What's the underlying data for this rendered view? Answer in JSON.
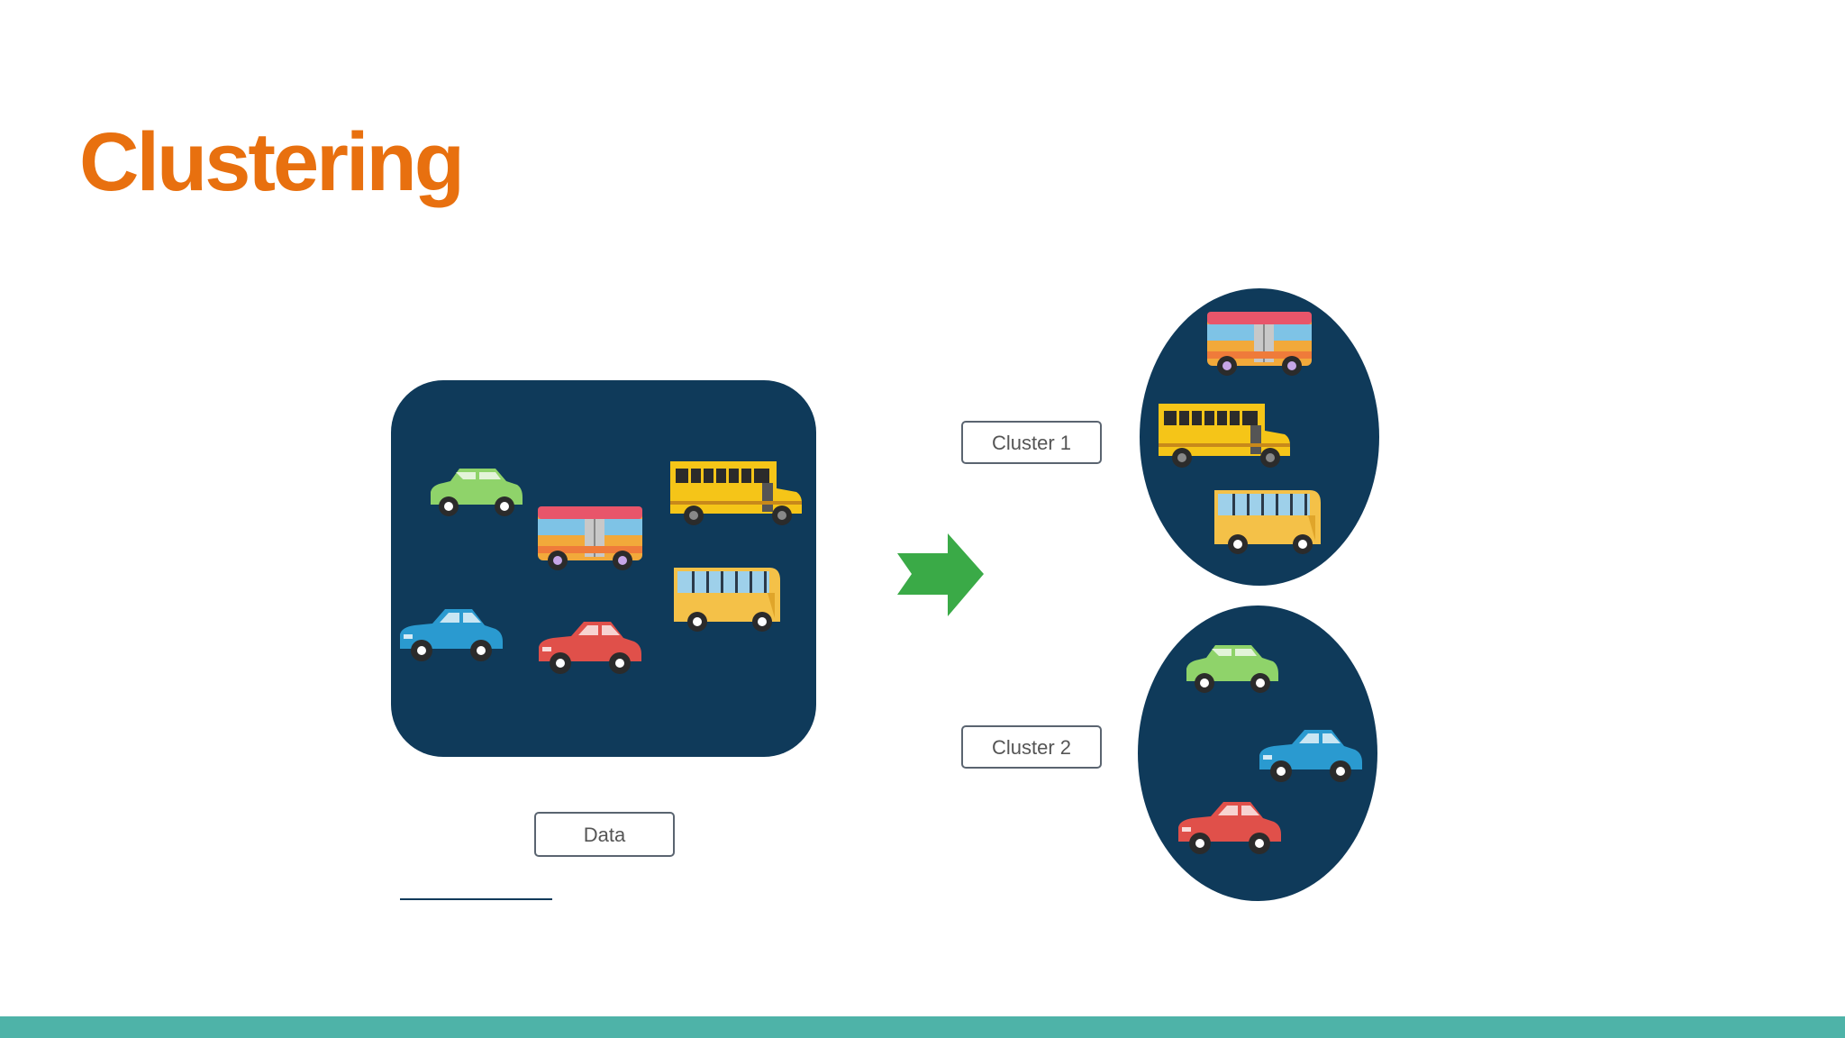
{
  "slide": {
    "title": "Clustering",
    "title_color": "#e8700f",
    "accent_bar_color": "#4eb3a8",
    "background": "#ffffff"
  },
  "diagram": {
    "panel_color": "#0f3a5a",
    "arrow_color": "#3aaa47",
    "label_border_color": "#5a6470",
    "data_label": "Data",
    "cluster1_label": "Cluster 1",
    "cluster2_label": "Cluster 2",
    "data_items": [
      "car-green",
      "bus-red",
      "school-bus-yellow",
      "car-blue",
      "car-red",
      "bus-yellow"
    ],
    "cluster1_items": [
      "bus-red",
      "school-bus-yellow",
      "bus-yellow"
    ],
    "cluster2_items": [
      "car-green",
      "car-blue",
      "car-red"
    ]
  }
}
